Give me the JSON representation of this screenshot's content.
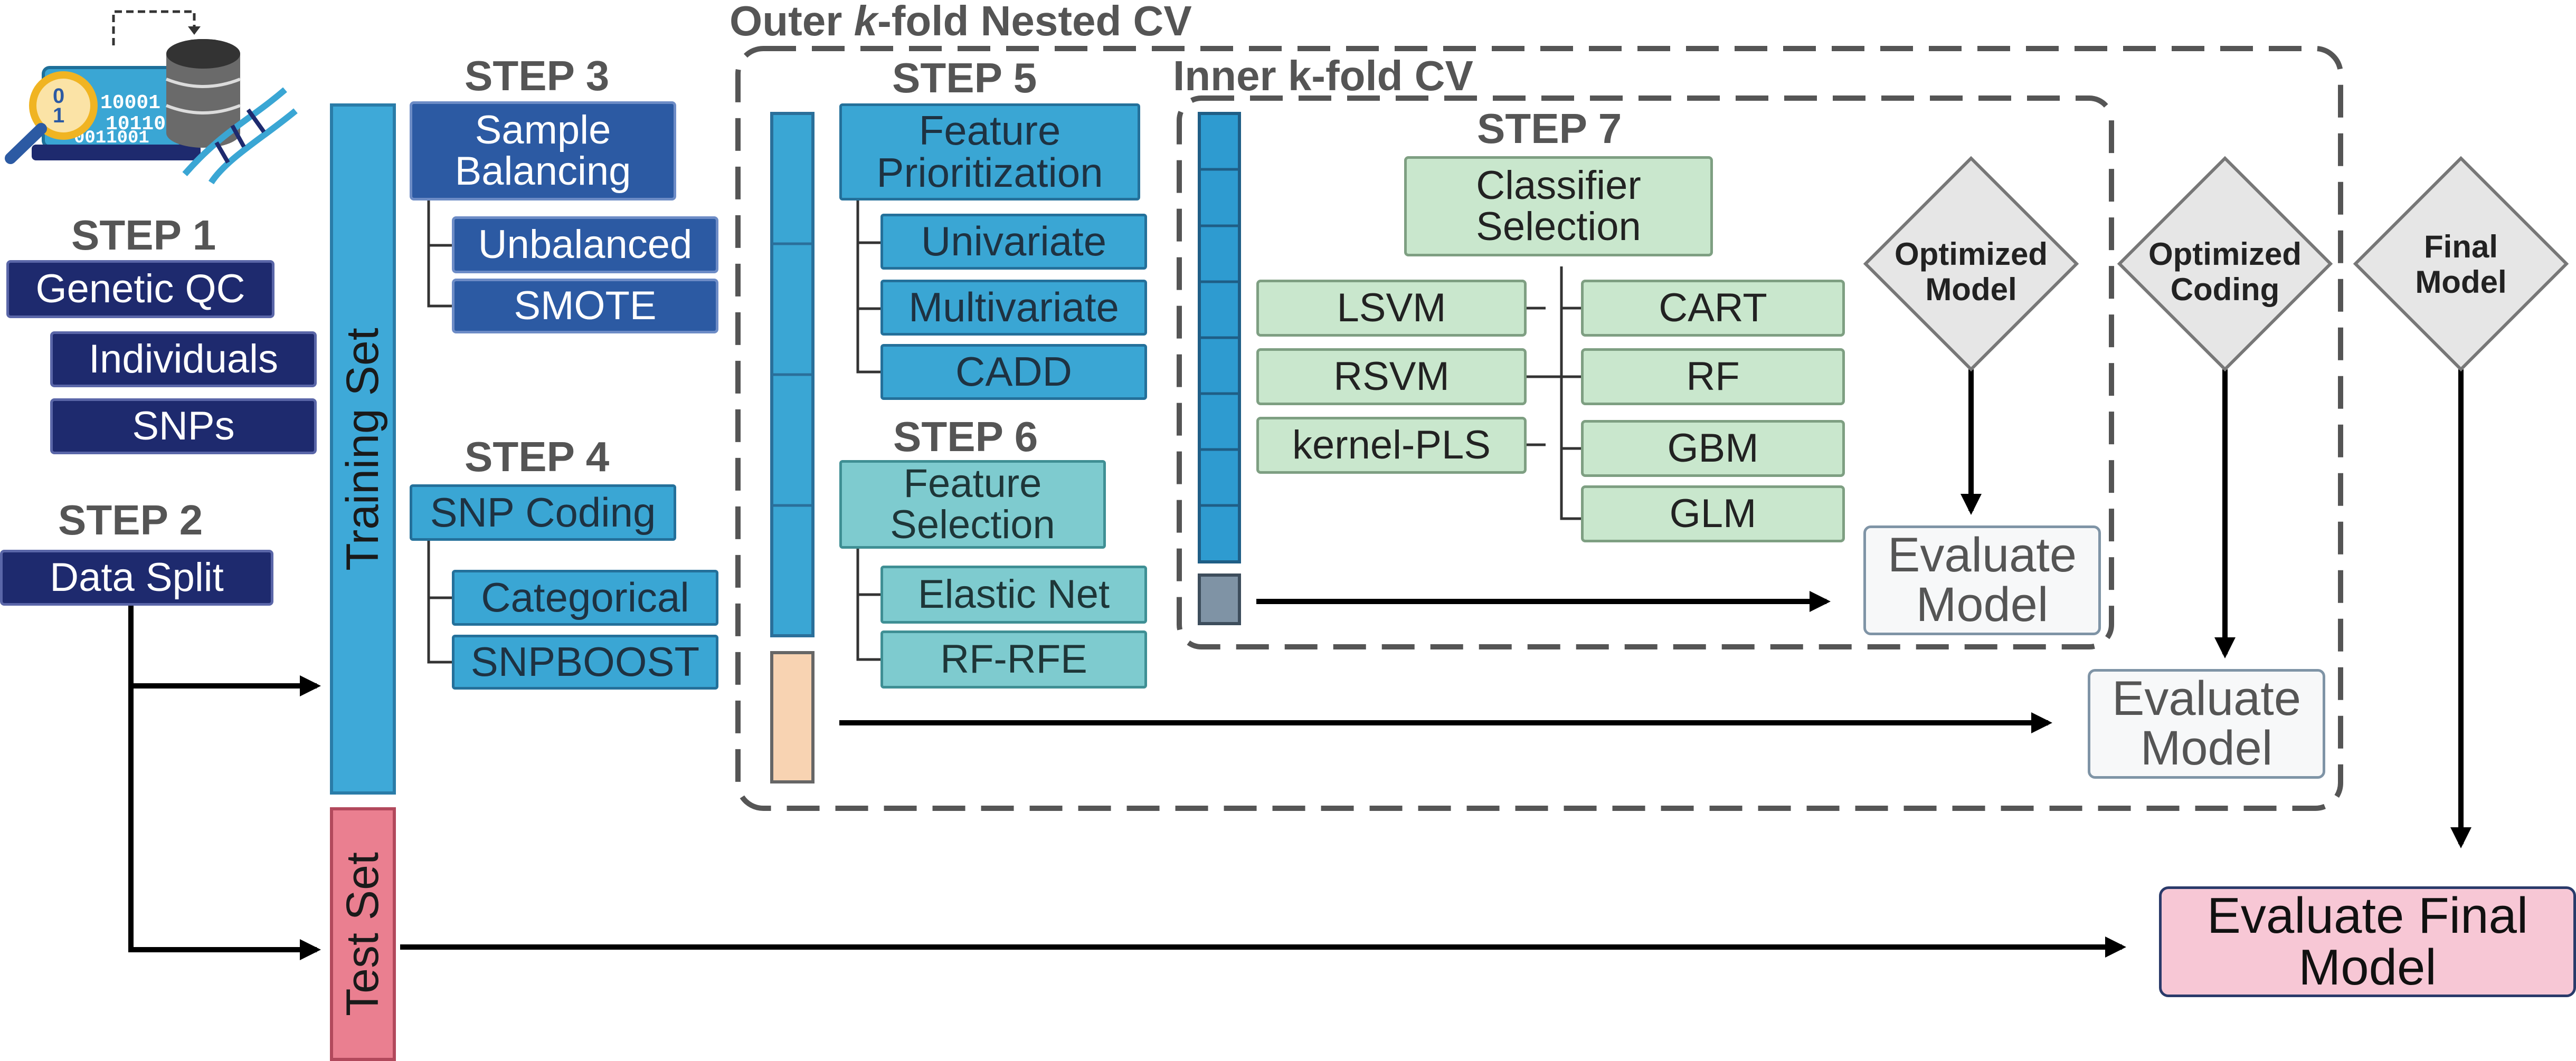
{
  "steps": {
    "step1": "STEP 1",
    "step2": "STEP 2",
    "step3": "STEP 3",
    "step4": "STEP 4",
    "step5": "STEP 5",
    "step6": "STEP 6",
    "step7": "STEP 7"
  },
  "qc": {
    "genetic_qc": "Genetic QC",
    "individuals": "Individuals",
    "snps": "SNPs"
  },
  "split": {
    "data_split": "Data Split",
    "training_set": "Training Set",
    "test_set": "Test Set"
  },
  "balancing": {
    "title_line1": "Sample",
    "title_line2": "Balancing",
    "unbalanced": "Unbalanced",
    "smote": "SMOTE"
  },
  "coding": {
    "title": "SNP Coding",
    "categorical": "Categorical",
    "snpboost": "SNPBOOST"
  },
  "outer_cv": {
    "prefix": "Outer ",
    "k": "k",
    "suffix": "-fold Nested CV"
  },
  "inner_cv": {
    "title": "Inner k-fold CV"
  },
  "prioritization": {
    "title_line1": "Feature",
    "title_line2": "Prioritization",
    "univariate": "Univariate",
    "multivariate": "Multivariate",
    "cadd": "CADD"
  },
  "selection": {
    "title_line1": "Feature",
    "title_line2": "Selection",
    "elastic_net": "Elastic Net",
    "rf_rfe": "RF-RFE"
  },
  "classifier": {
    "title_line1": "Classifier",
    "title_line2": "Selection",
    "lsvm": "LSVM",
    "rsvm": "RSVM",
    "kernel_pls": "kernel-PLS",
    "cart": "CART",
    "rf": "RF",
    "gbm": "GBM",
    "glm": "GLM"
  },
  "diamonds": {
    "optimized_model": [
      "Optimized",
      "Model"
    ],
    "optimized_coding": [
      "Optimized",
      "Coding"
    ],
    "final_model": [
      "Final",
      "Model"
    ]
  },
  "evaluate": {
    "inner_line1": "Evaluate",
    "inner_line2": "Model",
    "outer_line1": "Evaluate",
    "outer_line2": "Model",
    "final_line1": "Evaluate Final",
    "final_line2": "Model"
  },
  "colors": {
    "navy": "#1e2a6e",
    "royal_blue": "#2c5aa3",
    "sky_blue": "#3aa6d4",
    "teal": "#7ecbcf",
    "green": "#c9e7cd",
    "training_bar": "#3ea9d8",
    "test_bar": "#ea7f90",
    "peach_fold": "#f8d3b2",
    "grey_fold": "#7f93a5",
    "diamond": "#e6e6e6",
    "final_box": "#f7c7d5"
  }
}
